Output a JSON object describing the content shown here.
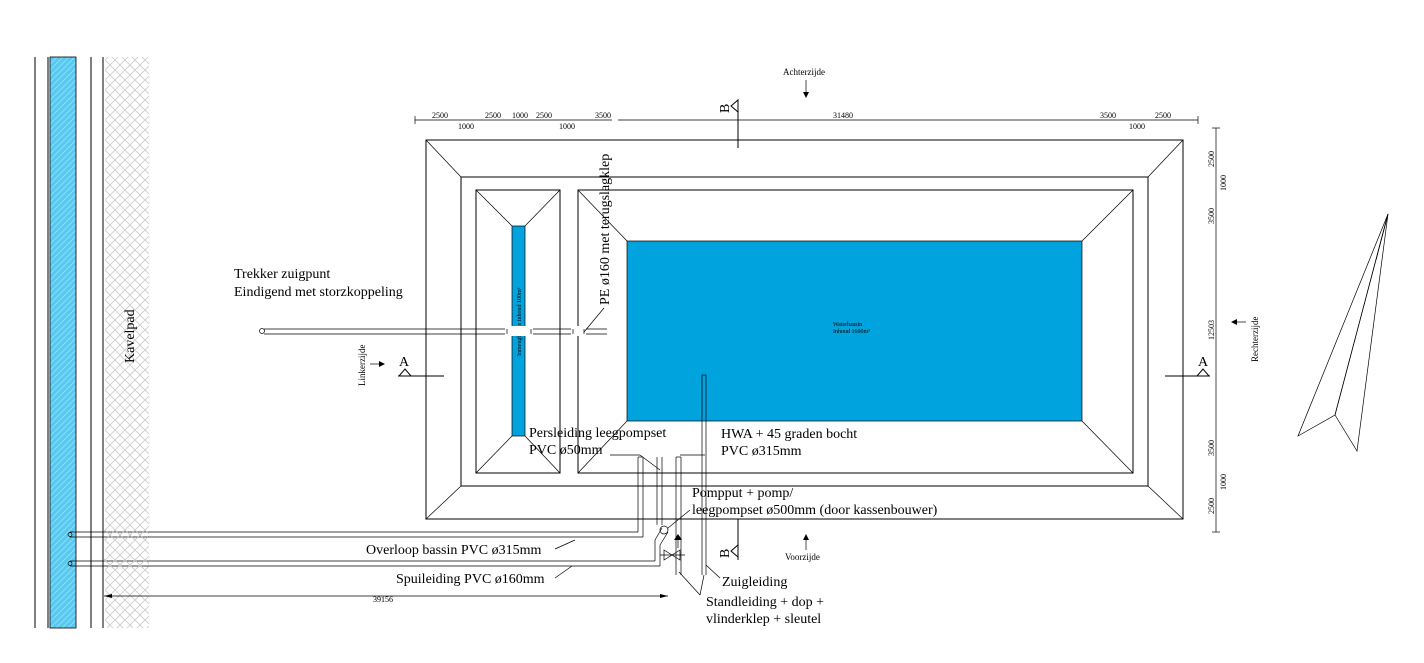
{
  "colors": {
    "water": "#00a3dd",
    "line": "#000000",
    "hatch": "#c8c8c8",
    "canal": "#5bc8ee"
  },
  "labels": {
    "kavelpad": "Kavelpad",
    "achterzijde": "Achterzijde",
    "voorzijde": "Voorzijde",
    "linkerzijde": "Linkerzijde",
    "rechterzijde": "Rechterzijde",
    "section_a": "A",
    "section_b": "B",
    "trekker_1": "Trekker zuigpunt",
    "trekker_2": "Eindigend met storzkoppeling",
    "pe_klep": "PE ø160 met terugslagklep",
    "pers_1": "Persleiding leegpompset",
    "pers_2": "PVC ø50mm",
    "hwa_1": "HWA + 45 graden bocht",
    "hwa_2": "PVC ø315mm",
    "pomp_1": "Pompput + pomp/",
    "pomp_2": "leegpompset ø500mm (door kassenbouwer)",
    "overloop": "Overloop bassin PVC ø315mm",
    "spui": "Spuileiding PVC ø160mm",
    "zuig": "Zuigleiding",
    "stand_1": "Standleiding + dop +",
    "stand_2": "vlinderklep + sleutel",
    "bassin_1": "Waterbassin",
    "bassin_2": "Inhoud 1600m³",
    "inmeng": "Inmengbassin inhoud 100m³"
  },
  "dims": {
    "top_a": "2500",
    "top_b": "2500",
    "top_c": "1000",
    "top_d": "2500",
    "top_e": "3500",
    "top_total": "31480",
    "top_f": "3500",
    "top_g": "2500",
    "top_sub1": "1000",
    "top_sub2": "1000",
    "top_sub3": "1000",
    "right_a": "2500",
    "right_b": "1000",
    "right_c": "3500",
    "right_total": "12503",
    "right_d": "3500",
    "right_e": "1000",
    "right_f": "2500",
    "bottom_total": "39156"
  }
}
